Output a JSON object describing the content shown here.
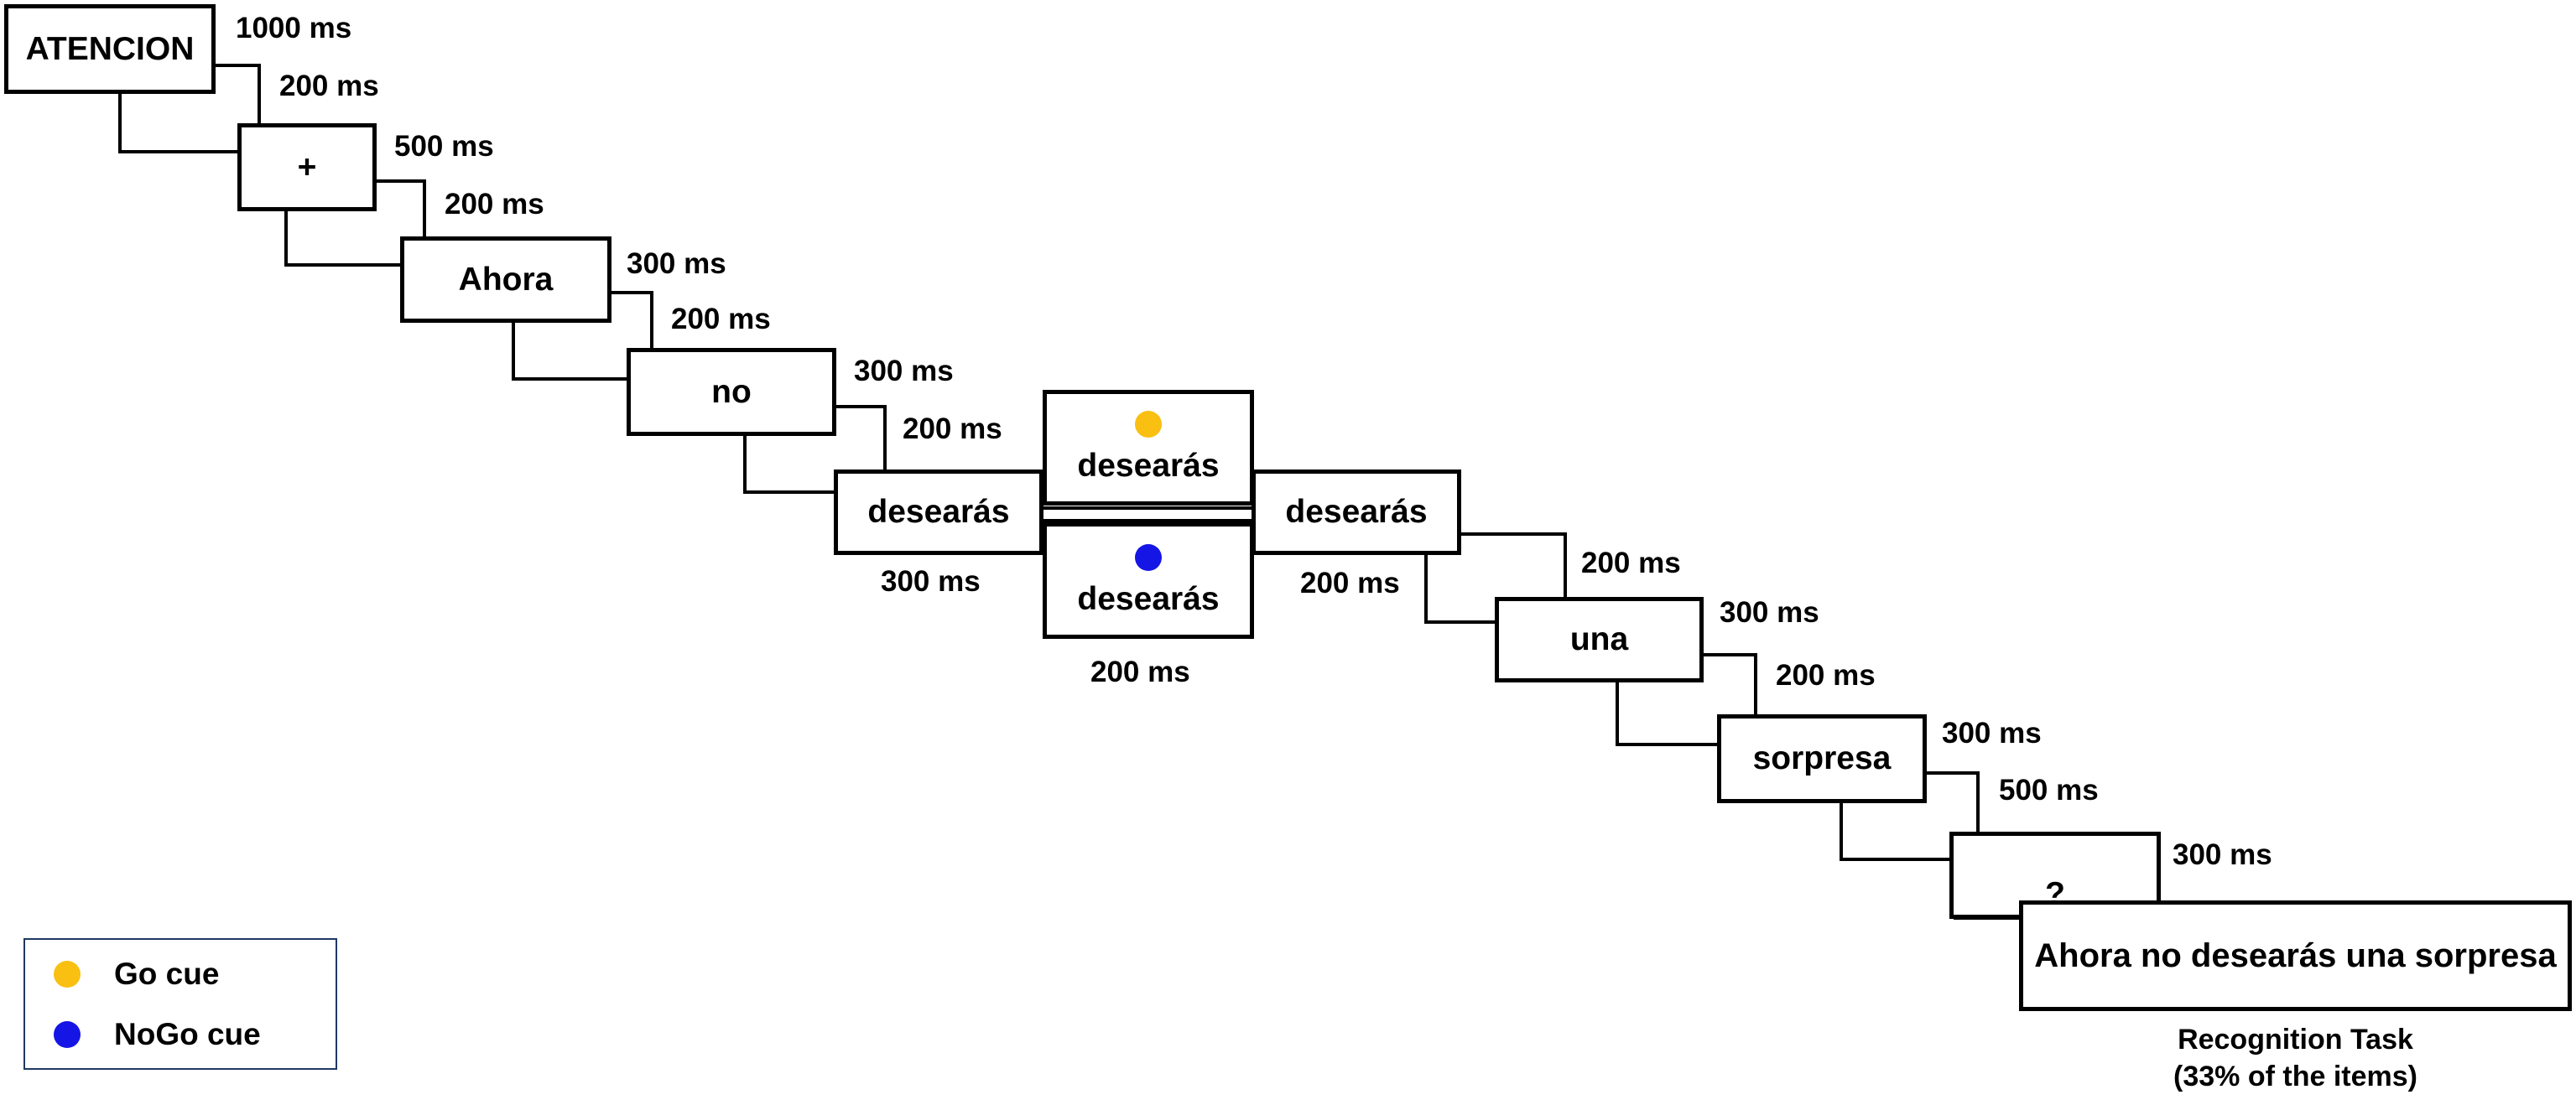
{
  "colors": {
    "go": "#f9c012",
    "nogo": "#1515e6",
    "line": "#000000",
    "legend_border": "#1f3864"
  },
  "boxes": {
    "atencion": "ATENCION",
    "fixation": "+",
    "ahora": "Ahora",
    "no": "no",
    "desearas_1": "desearás",
    "go_word": "desearás",
    "nogo_word": "desearás",
    "desearas_2": "desearás",
    "una": "una",
    "sorpresa": "sorpresa",
    "question": "?",
    "recognition_sentence": "Ahora no desearás una sorpresa"
  },
  "timings": {
    "t1": "1000 ms",
    "t2": "200 ms",
    "t3": "500 ms",
    "t4": "200 ms",
    "t5": "300 ms",
    "t6": "200 ms",
    "t7": "300 ms",
    "t8": "200 ms",
    "t9": "300 ms",
    "t10": "200 ms",
    "t11": "200 ms",
    "t12": "200 ms",
    "t13": "300 ms",
    "t14": "200 ms",
    "t15": "300 ms",
    "t16": "500 ms",
    "t17": "300 ms"
  },
  "recognition": {
    "line1": "Recognition Task",
    "line2": "(33% of the items)"
  },
  "legend": {
    "go": "Go cue",
    "nogo": "NoGo cue"
  }
}
